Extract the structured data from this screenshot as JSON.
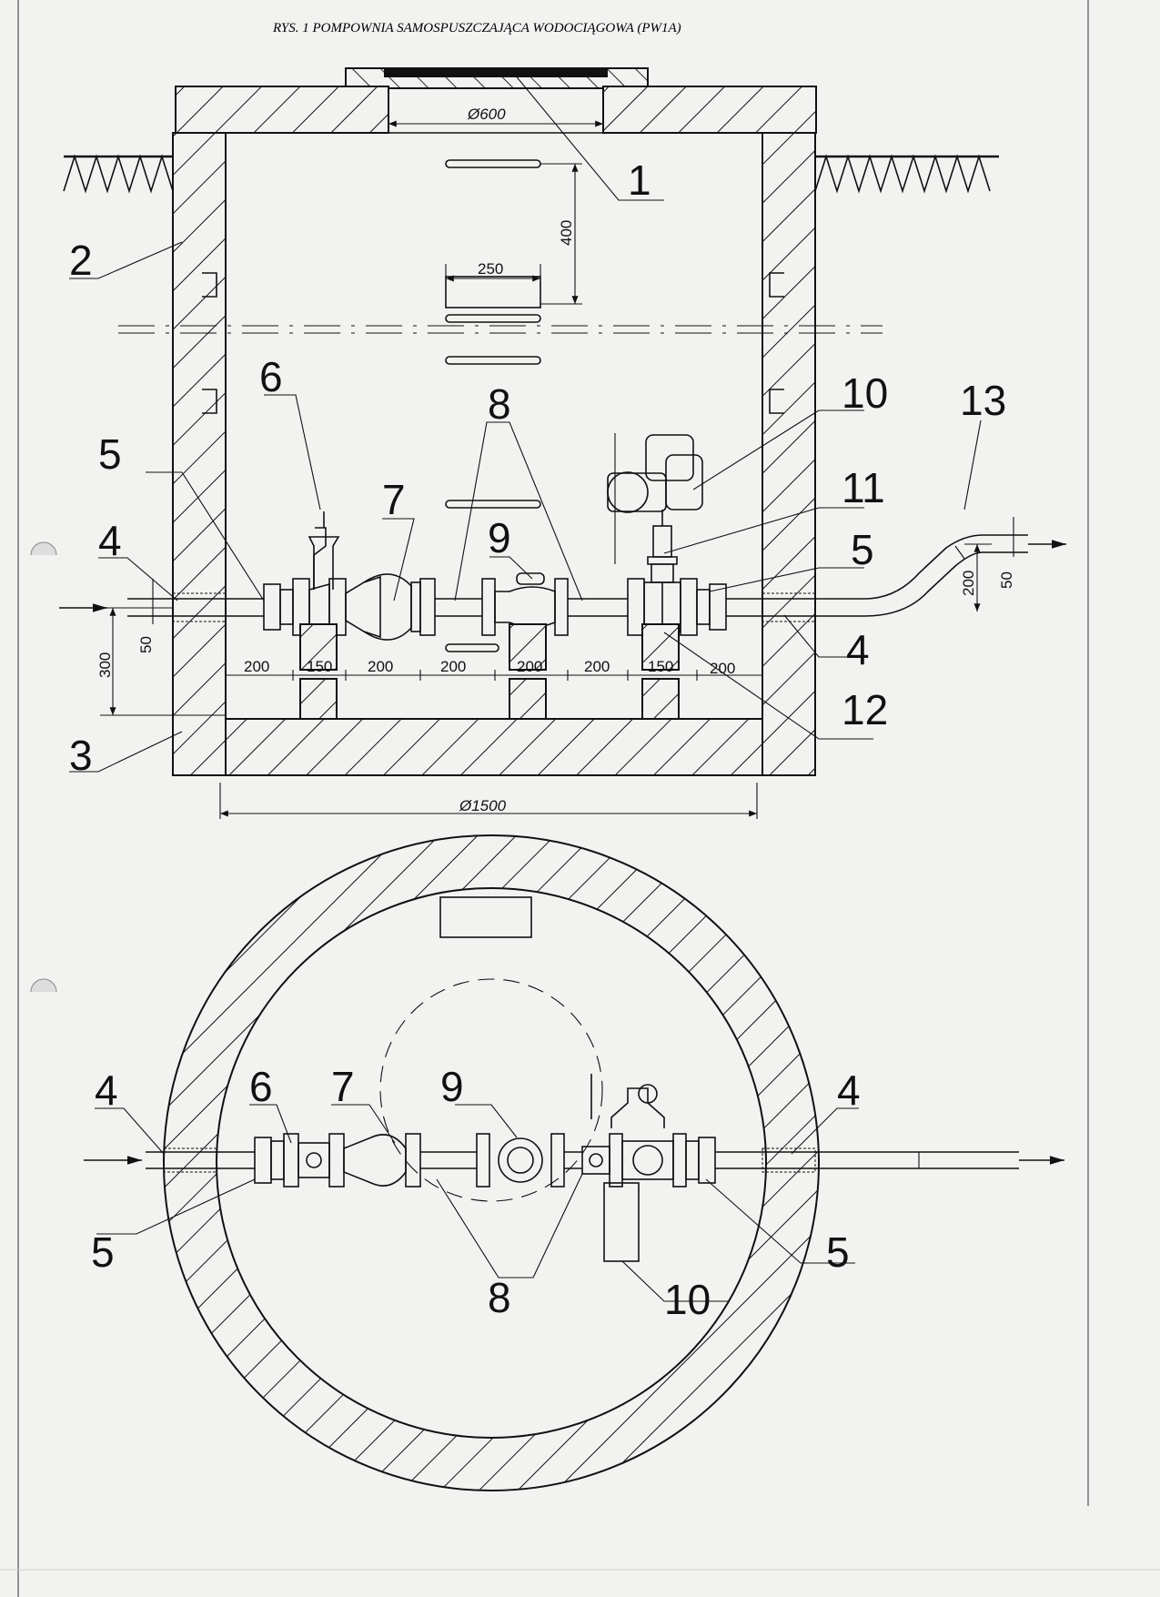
{
  "title": "RYS. 1  POMPOWNIA SAMOSPUSZCZAJĄCA WODOCIĄGOWA (PW1A)",
  "section_view": {
    "labels": [
      "1",
      "2",
      "3",
      "4",
      "5",
      "6",
      "7",
      "8",
      "9",
      "10",
      "11",
      "12",
      "13",
      "4",
      "5"
    ],
    "dimensions": {
      "manhole_diameter": "Ø600",
      "shaft_diameter": "Ø1500",
      "step_spacing": "400",
      "step_width": "250",
      "inlet_height": "300",
      "pipe_offset_left": "50",
      "pipe_offset_right": "50",
      "outlet_rise": "200",
      "chain": [
        "200",
        "150",
        "200",
        "200",
        "200",
        "200",
        "150",
        "200"
      ]
    }
  },
  "plan_view": {
    "labels": [
      "4",
      "6",
      "7",
      "9",
      "4",
      "5",
      "8",
      "10",
      "5"
    ]
  }
}
